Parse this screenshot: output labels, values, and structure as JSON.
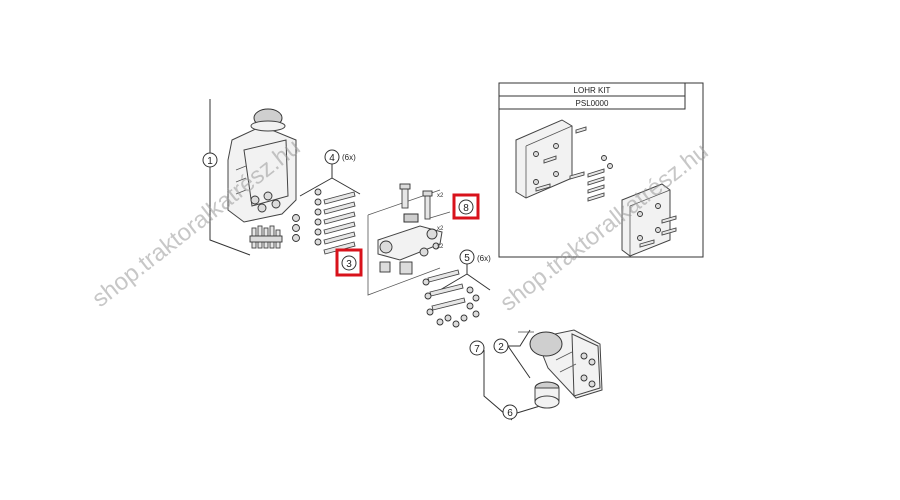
{
  "diagram": {
    "callouts": [
      {
        "id": "c1",
        "label": "1"
      },
      {
        "id": "c2",
        "label": "2"
      },
      {
        "id": "c3",
        "label": "3"
      },
      {
        "id": "c4",
        "label": "4"
      },
      {
        "id": "c5",
        "label": "5"
      },
      {
        "id": "c6",
        "label": "6"
      },
      {
        "id": "c7",
        "label": "7"
      },
      {
        "id": "c8",
        "label": "8"
      }
    ],
    "quantities": {
      "q4": "(6x)",
      "q5": "(6x)",
      "x2a": "x2",
      "x2b": "x2",
      "x2c": "x2"
    },
    "kit": {
      "title": "LOHR KIT",
      "code": "PSL0000"
    },
    "highlighted": [
      "3",
      "8"
    ],
    "highlight_color": "#d8121b",
    "watermarks": [
      "shop.traktoralkatrész.hu",
      "shop.traktoralkatrész.hu"
    ]
  }
}
